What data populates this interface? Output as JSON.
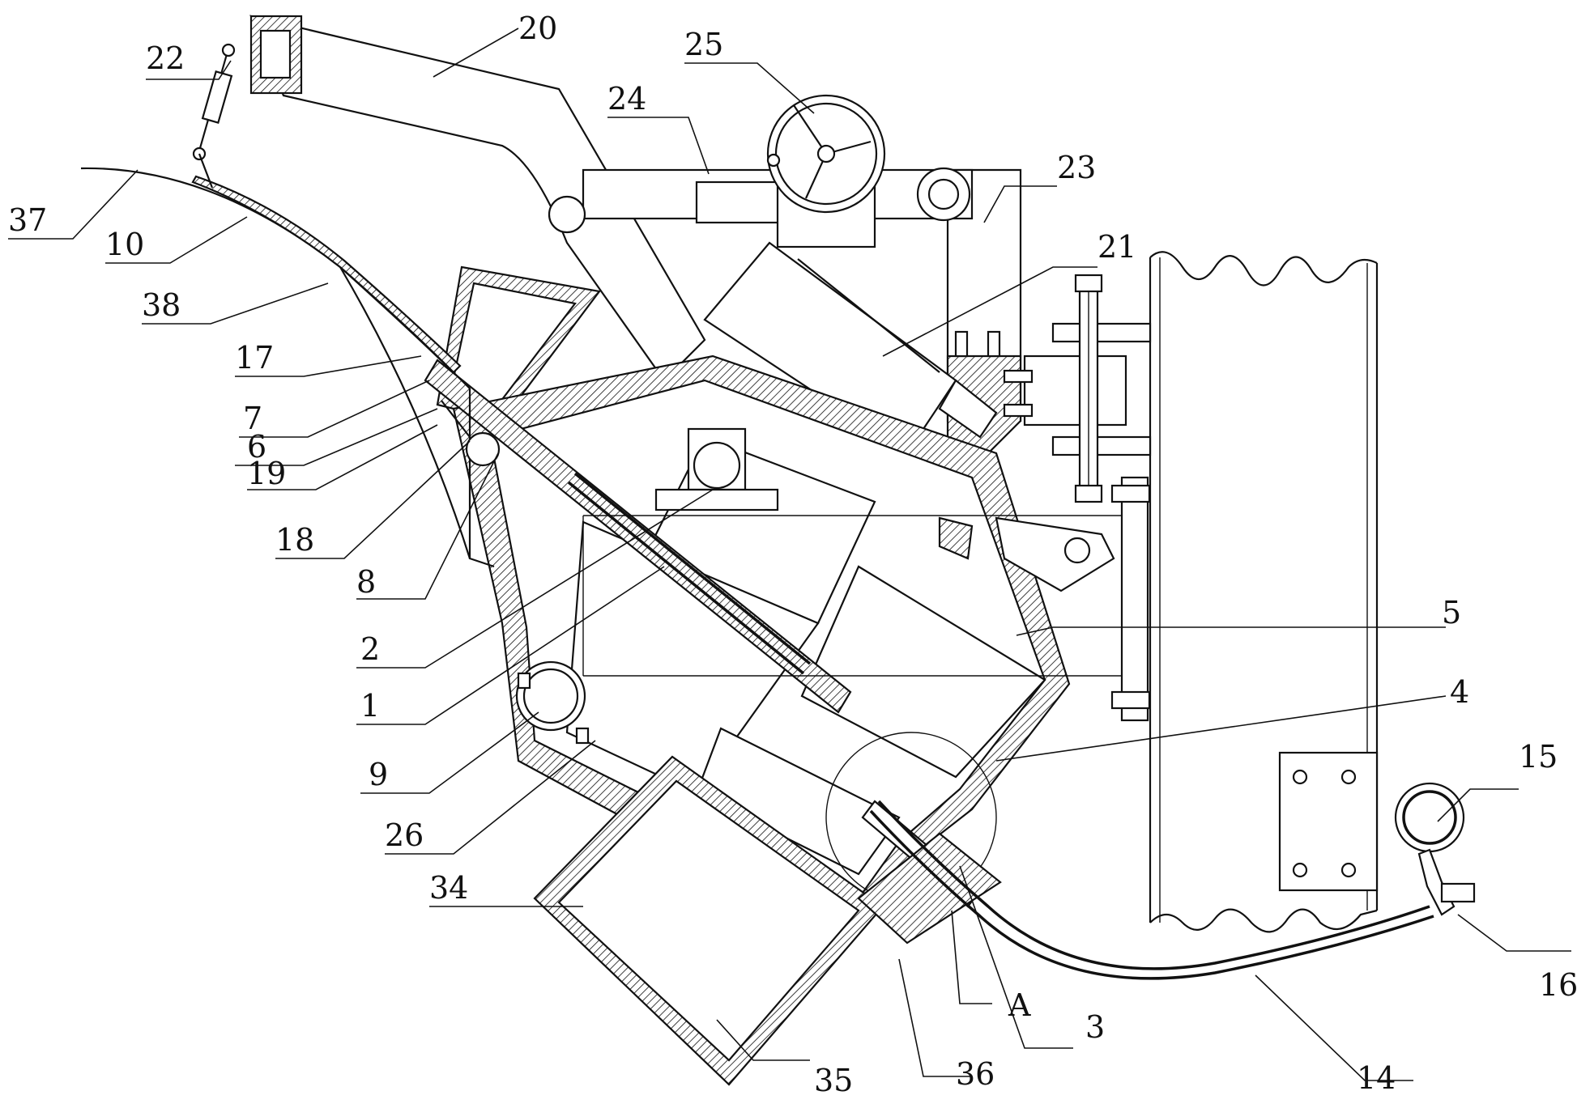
{
  "labels": {
    "l1": "1",
    "l2": "2",
    "l3": "3",
    "l4": "4",
    "l5": "5",
    "l6": "6",
    "l7": "7",
    "l8": "8",
    "l9": "9",
    "l10": "10",
    "l14": "14",
    "l15": "15",
    "l16": "16",
    "l17": "17",
    "l18": "18",
    "l19": "19",
    "l20": "20",
    "l21": "21",
    "l22": "22",
    "l23": "23",
    "l24": "24",
    "l25": "25",
    "l26": "26",
    "l34": "34",
    "l35": "35",
    "l36": "36",
    "l37": "37",
    "l38": "38",
    "lA": "A"
  }
}
